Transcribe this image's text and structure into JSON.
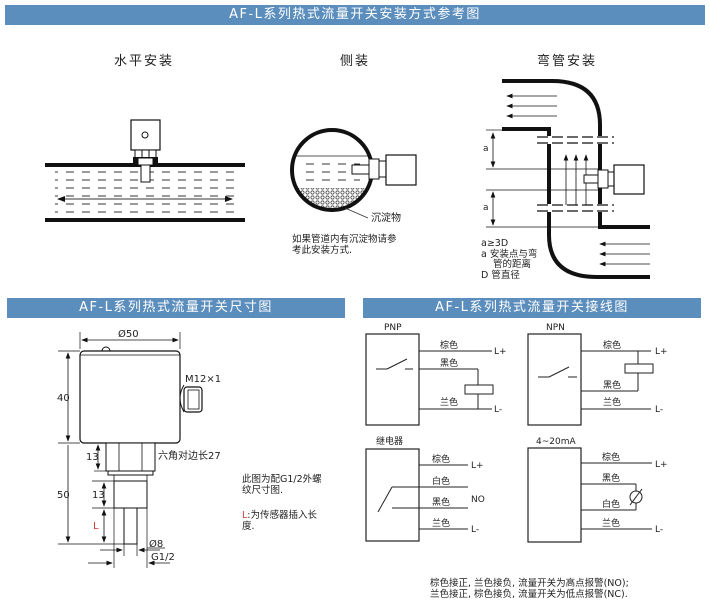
{
  "banners": {
    "install_title": "AF-L系列热式流量开关安装方式参考图",
    "dimension_title": "AF-L系列热式流量开关尺寸图",
    "wiring_title": "AF-L系列热式流量开关接线图"
  },
  "install": {
    "horizontal": {
      "title": "水平安装"
    },
    "side": {
      "title": "侧装",
      "sediment_label": "沉淀物",
      "note_line1": "如果管道内有沉淀物请参",
      "note_line2": "考此安装方式."
    },
    "elbow": {
      "title": "弯管安装",
      "a_label": "a",
      "legend_line1": "a≥3D",
      "legend_line2": "a 安装点与弯",
      "legend_line3": "管的距离",
      "legend_line4": "D 管直径"
    }
  },
  "dimension": {
    "diameter_top": "Ø50",
    "height_top": "40",
    "connector": "M12×1",
    "hex_height": "13",
    "hex_label": "六角对边长27",
    "total_height": "50",
    "thread_height": "13",
    "insert_label": "L",
    "probe_diameter": "Ø8",
    "thread_size": "G1/2",
    "note1_line1": "此图为配G1/2外螺",
    "note1_line2": "纹尺寸图.",
    "note2_prefix": "L",
    "note2_line1": ":为传感器插入长",
    "note2_line2": "度."
  },
  "wiring": {
    "pnp": {
      "title": "PNP",
      "wires": [
        "棕色",
        "黑色",
        "兰色"
      ],
      "terminals": [
        "L+",
        "L-"
      ]
    },
    "npn": {
      "title": "NPN",
      "wires": [
        "棕色",
        "黑色",
        "兰色"
      ],
      "terminals": [
        "L+",
        "L-"
      ]
    },
    "relay": {
      "title": "继电器",
      "wires": [
        "棕色",
        "白色",
        "黑色",
        "兰色"
      ],
      "terminals": [
        "L+",
        "NO",
        "L-"
      ]
    },
    "analog": {
      "title": "4~20mA",
      "wires": [
        "棕色",
        "黑色",
        "白色",
        "兰色"
      ],
      "terminals": [
        "L+",
        "L-"
      ]
    },
    "footnote_line1": "棕色接正, 兰色接负, 流量开关为高点报警(NO);",
    "footnote_line2": "兰色接正, 棕色接负, 流量开关为低点报警(NC)."
  },
  "colors": {
    "banner": "#5b8dbd",
    "accent_red": "#d23a3a",
    "line": "#1a1a1a"
  }
}
